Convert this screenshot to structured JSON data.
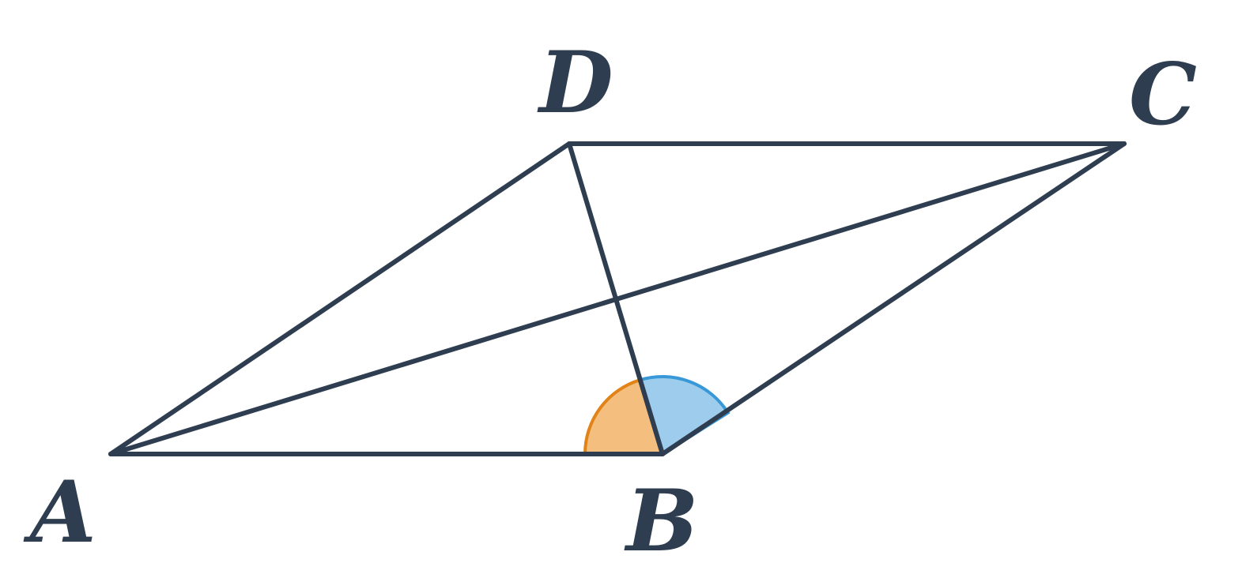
{
  "labels": {
    "A": "A",
    "B": "B",
    "C": "C",
    "D": "D"
  },
  "colors": {
    "edge": "#2e3e50",
    "angle_abd_fill": "#f3be7e",
    "angle_abd_stroke": "#e28318",
    "angle_dbc_fill": "#9ecced",
    "angle_dbc_stroke": "#3898d8"
  }
}
